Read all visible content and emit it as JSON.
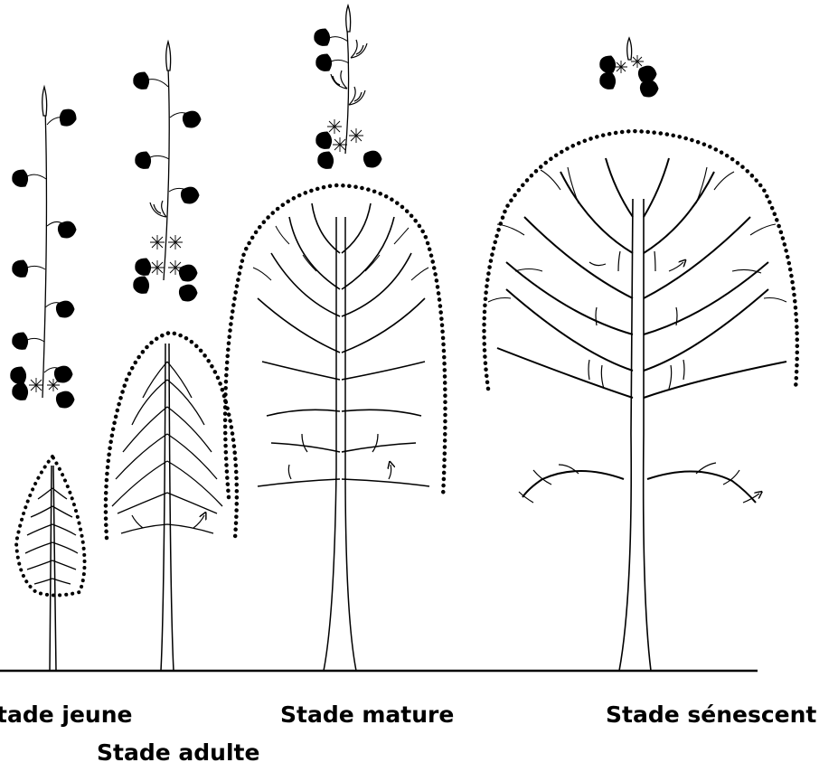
{
  "labels": {
    "young": "Stade jeune",
    "adult": "Stade adulte",
    "mature": "Stade mature",
    "senescent": "Stade sénescent"
  },
  "colors": {
    "ink": "#000000",
    "background": "#ffffff"
  }
}
